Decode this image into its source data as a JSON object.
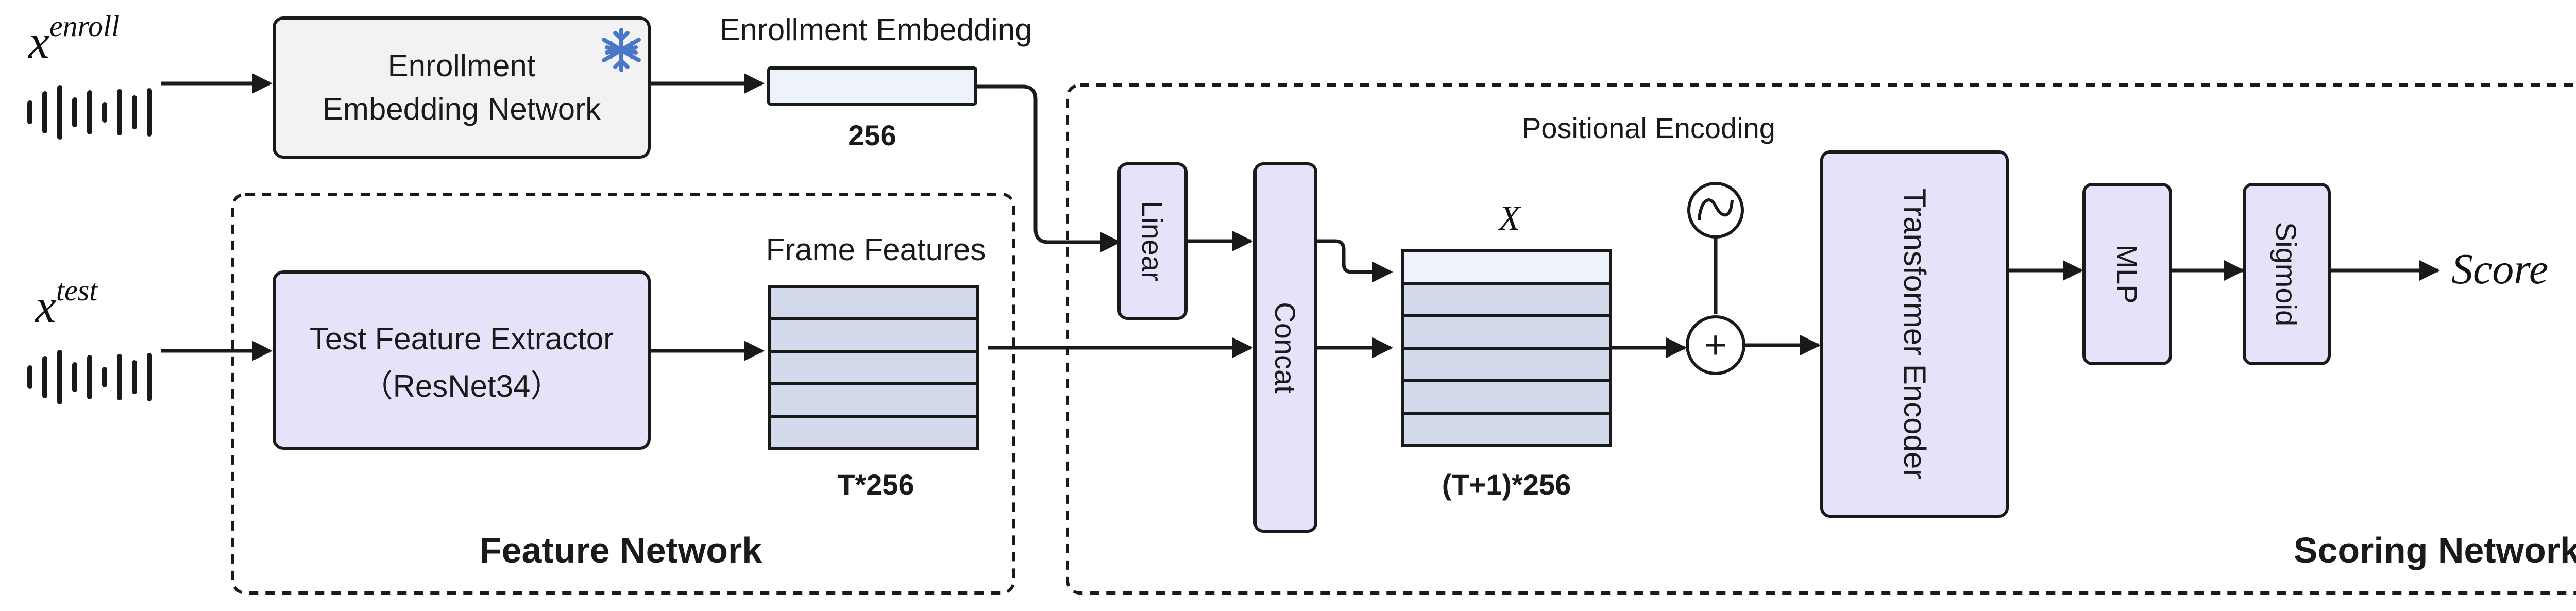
{
  "inputs": {
    "enroll_base": "x",
    "enroll_sup": "enroll",
    "test_base": "x",
    "test_sup": "test"
  },
  "blocks": {
    "enroll_net_line1": "Enrollment",
    "enroll_net_line2": "Embedding Network",
    "enroll_embedding_title": "Enrollment Embedding",
    "enroll_embedding_dim": "256",
    "test_extractor_line1": "Test Feature Extractor",
    "test_extractor_line2": "（ResNet34）",
    "frame_features_title": "Frame Features",
    "frame_features_dim": "T*256",
    "linear": "Linear",
    "concat": "Concat",
    "x_symbol": "X",
    "concat_dim": "(T+1)*256",
    "positional_encoding": "Positional Encoding",
    "plus": "+",
    "transformer": "Transformer Encoder",
    "mlp": "MLP",
    "sigmoid": "Sigmoid",
    "output": "Score"
  },
  "groups": {
    "feature_network": "Feature Network",
    "scoring_network": "Scoring Network"
  },
  "icons": {
    "frozen": "snowflake-icon",
    "waveform": "waveform-icon",
    "sinusoid": "sine-wave-icon"
  },
  "colors": {
    "purple_fill": "#E8E1FA",
    "gray_fill": "#F2F2F2",
    "embed_fill": "#EEF2FB",
    "feature_fill": "#D3DAEC",
    "snowflake": "#4A78C8",
    "stroke": "#1a1a1a"
  }
}
